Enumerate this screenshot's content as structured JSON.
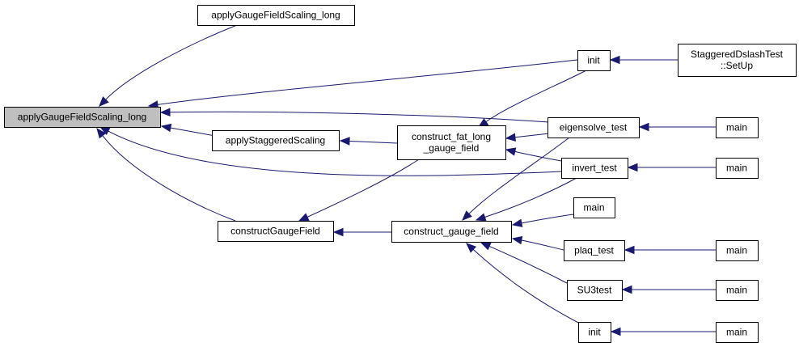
{
  "graph": {
    "focus_node": "n_agfsl",
    "nodes": [
      {
        "id": "n_agfsl",
        "lines": [
          "applyGaugeFieldScaling_long"
        ]
      },
      {
        "id": "n_agfsl2",
        "lines": [
          "applyGaugeFieldScaling_long"
        ]
      },
      {
        "id": "n_ass",
        "lines": [
          "applyStaggeredScaling"
        ]
      },
      {
        "id": "n_cgf",
        "lines": [
          "constructGaugeField"
        ]
      },
      {
        "id": "n_cflgf",
        "lines": [
          "construct_fat_long",
          "_gauge_field"
        ]
      },
      {
        "id": "n_cgf2",
        "lines": [
          "construct_gauge_field"
        ]
      },
      {
        "id": "n_init1",
        "lines": [
          "init"
        ]
      },
      {
        "id": "n_setup",
        "lines": [
          "StaggeredDslashTest",
          "::SetUp"
        ]
      },
      {
        "id": "n_eig",
        "lines": [
          "eigensolve_test"
        ]
      },
      {
        "id": "n_inv",
        "lines": [
          "invert_test"
        ]
      },
      {
        "id": "n_main_a",
        "lines": [
          "main"
        ]
      },
      {
        "id": "n_plaq",
        "lines": [
          "plaq_test"
        ]
      },
      {
        "id": "n_su3",
        "lines": [
          "SU3test"
        ]
      },
      {
        "id": "n_init2",
        "lines": [
          "init"
        ]
      },
      {
        "id": "n_main_eig",
        "lines": [
          "main"
        ]
      },
      {
        "id": "n_main_inv",
        "lines": [
          "main"
        ]
      },
      {
        "id": "n_main_plaq",
        "lines": [
          "main"
        ]
      },
      {
        "id": "n_main_su3",
        "lines": [
          "main"
        ]
      },
      {
        "id": "n_main_init",
        "lines": [
          "main"
        ]
      }
    ],
    "edges": [
      {
        "from": "n_agfsl2",
        "to": "n_agfsl"
      },
      {
        "from": "n_init1",
        "to": "n_agfsl"
      },
      {
        "from": "n_eig",
        "to": "n_agfsl"
      },
      {
        "from": "n_ass",
        "to": "n_agfsl"
      },
      {
        "from": "n_inv",
        "to": "n_agfsl"
      },
      {
        "from": "n_cgf",
        "to": "n_agfsl"
      },
      {
        "from": "n_cflgf",
        "to": "n_ass"
      },
      {
        "from": "n_cgf2",
        "to": "n_cgf"
      },
      {
        "from": "n_cflgf",
        "to": "n_cgf"
      },
      {
        "from": "n_init1",
        "to": "n_cflgf"
      },
      {
        "from": "n_eig",
        "to": "n_cflgf"
      },
      {
        "from": "n_inv",
        "to": "n_cflgf"
      },
      {
        "from": "n_eig",
        "to": "n_cgf2"
      },
      {
        "from": "n_inv",
        "to": "n_cgf2"
      },
      {
        "from": "n_main_a",
        "to": "n_cgf2"
      },
      {
        "from": "n_plaq",
        "to": "n_cgf2"
      },
      {
        "from": "n_su3",
        "to": "n_cgf2"
      },
      {
        "from": "n_init2",
        "to": "n_cgf2"
      },
      {
        "from": "n_setup",
        "to": "n_init1"
      },
      {
        "from": "n_main_eig",
        "to": "n_eig"
      },
      {
        "from": "n_main_inv",
        "to": "n_inv"
      },
      {
        "from": "n_main_plaq",
        "to": "n_plaq"
      },
      {
        "from": "n_main_su3",
        "to": "n_su3"
      },
      {
        "from": "n_main_init",
        "to": "n_init2"
      }
    ],
    "colors": {
      "edge": "#191970",
      "node_border": "#000000",
      "node_fill": "#ffffff",
      "focus_fill": "#bfbfbf"
    }
  }
}
